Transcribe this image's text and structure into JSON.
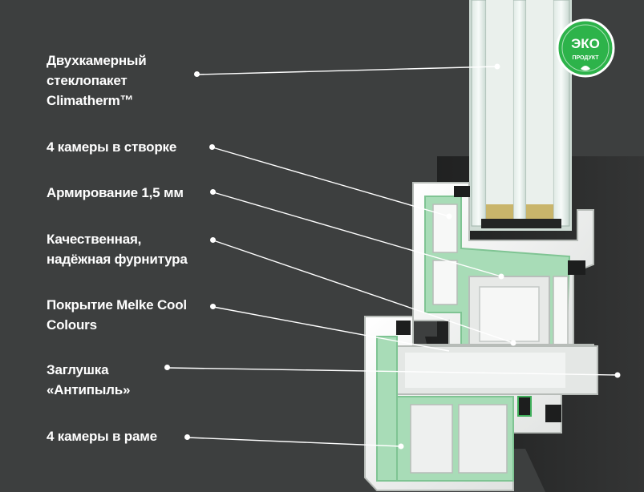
{
  "colors": {
    "background": "#3d3f3f",
    "frame_dark": "#2a2b2b",
    "pvc_white": "#f2f3f1",
    "seal_green": "#9ed8b0",
    "eco_green": "#2db34a",
    "label_text": "#ffffff"
  },
  "callouts": [
    {
      "id": "glazing",
      "text": "Двухкамерный\nстеклопакет\nClimatherm™"
    },
    {
      "id": "sash-chambers",
      "text": "4 камеры в створке"
    },
    {
      "id": "reinforcement",
      "text": "Армирование 1,5 мм"
    },
    {
      "id": "hardware",
      "text": "Качественная,\nнадёжная фурнитура"
    },
    {
      "id": "coating",
      "text": "Покрытие Melke Cool\nColours"
    },
    {
      "id": "dust-cap",
      "text": "Заглушка\n«Антипыль»"
    },
    {
      "id": "frame-chambers",
      "text": "4 камеры в раме"
    }
  ],
  "badge": {
    "title": "ЭКО",
    "subtitle": "ПРОДУКТ",
    "icon": "leaf-icon"
  }
}
